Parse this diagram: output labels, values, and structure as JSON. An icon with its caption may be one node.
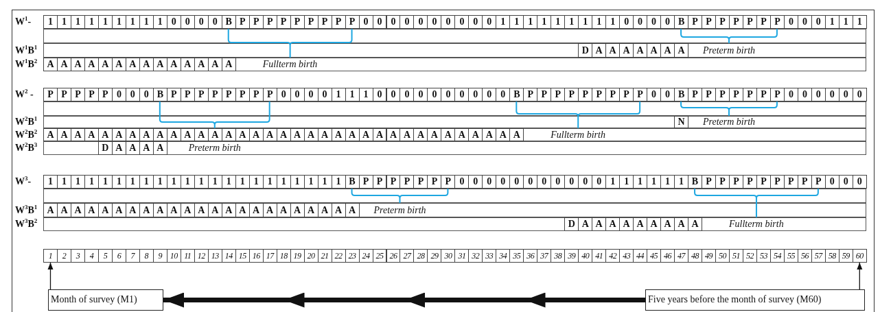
{
  "diagram": {
    "nodes": [
      {
        "text": [
          "1"
        ]
      },
      {
        "text": [
          "2"
        ]
      },
      {
        "text": [
          "3"
        ]
      },
      {
        "text": [
          "4"
        ]
      },
      {
        "text": [
          "5"
        ]
      },
      {
        "text": [
          "6"
        ]
      },
      {
        "text": [
          "7"
        ]
      },
      {
        "text": [
          "8"
        ]
      },
      {
        "text": [
          "9"
        ]
      },
      {
        "text": [
          "10"
        ]
      },
      {
        "text": [
          "11"
        ]
      },
      {
        "text": [
          "12"
        ]
      },
      {
        "text": [
          "13"
        ]
      },
      {
        "text": [
          "14"
        ]
      },
      {
        "text": [
          "15"
        ]
      },
      {
        "text": [
          "16"
        ]
      },
      {
        "text": [
          "17"
        ]
      },
      {
        "text": [
          "18"
        ]
      },
      {
        "text": [
          "19"
        ]
      },
      {
        "text": [
          "20"
        ]
      },
      {
        "text": [
          "21"
        ]
      },
      {
        "text": [
          "22"
        ]
      },
      {
        "text": [
          "23"
        ]
      },
      {
        "text": [
          "24"
        ]
      },
      {
        "text": [
          "25"
        ]
      },
      {
        "text": [
          "26"
        ]
      },
      {
        "text": [
          "27"
        ]
      },
      {
        "text": [
          "28"
        ]
      },
      {
        "text": [
          "29"
        ]
      },
      {
        "text": [
          "30"
        ]
      },
      {
        "text": [
          "31"
        ]
      },
      {
        "text": [
          "32"
        ]
      },
      {
        "text": [
          "33"
        ]
      },
      {
        "text": [
          "34"
        ]
      },
      {
        "text": [
          "35"
        ]
      },
      {
        "text": [
          "36"
        ]
      },
      {
        "text": [
          "37"
        ]
      },
      {
        "text": [
          "38"
        ]
      },
      {
        "text": [
          "39"
        ]
      },
      {
        "text": [
          "40"
        ]
      },
      {
        "text": [
          "41"
        ]
      },
      {
        "text": [
          "42"
        ]
      },
      {
        "text": [
          "43"
        ]
      },
      {
        "text": [
          "44"
        ]
      },
      {
        "text": [
          "45"
        ]
      },
      {
        "text": [
          "46"
        ]
      },
      {
        "text": [
          "47"
        ]
      },
      {
        "text": [
          "48"
        ]
      },
      {
        "text": [
          "49"
        ]
      },
      {
        "text": [
          "50"
        ]
      },
      {
        "text": [
          "51"
        ]
      },
      {
        "text": [
          "52"
        ]
      },
      {
        "text": [
          "53"
        ]
      },
      {
        "text": [
          "54"
        ]
      },
      {
        "text": [
          "55"
        ]
      },
      {
        "text": [
          "56"
        ]
      },
      {
        "text": [
          "57"
        ]
      },
      {
        "text": [
          "58"
        ]
      },
      {
        "text": [
          "59"
        ]
      },
      {
        "text": [
          "60"
        ]
      },
      {
        "text": [
          "Month of survey (M1)"
        ]
      },
      {
        "text": [
          "Five years before the month of survey (M60)"
        ]
      }
    ],
    "edges": [
      {
        "from": 60,
        "to": 0,
        "arrow": "to"
      },
      {
        "from": 61,
        "to": 59,
        "arrow": "to"
      },
      {
        "from": 61,
        "to": 60,
        "arrow": "to",
        "style": "thick"
      }
    ],
    "labels": [
      "W$^{1}$-",
      "1",
      "1",
      "1",
      "1",
      "1",
      "1",
      "1",
      "1",
      "1",
      "0",
      "0",
      "0",
      "0",
      "B",
      "P",
      "P",
      "P",
      "P",
      "P",
      "P",
      "P",
      "P",
      "P",
      "0",
      "0",
      "0",
      "0",
      "0",
      "0",
      "0",
      "0",
      "0",
      "0",
      "1",
      "1",
      "1",
      "1",
      "1",
      "1",
      "1",
      "1",
      "1",
      "0",
      "0",
      "0",
      "0",
      "B",
      "P",
      "P",
      "P",
      "P",
      "P",
      "P",
      "P",
      "0",
      "0",
      "0",
      "1",
      "1",
      "1",
      "W$^{1}$B$^{1}$",
      "D",
      "A",
      "A",
      "A",
      "A",
      "A",
      "A",
      "A",
      "Preterm birth",
      "W$^{1}$B$^{2}$",
      "A",
      "A",
      "A",
      "A",
      "A",
      "A",
      "A",
      "A",
      "A",
      "A",
      "A",
      "A",
      "A",
      "A",
      "Fullterm birth",
      "W$^{2}$ -",
      "P",
      "P",
      "P",
      "P",
      "P",
      "0",
      "0",
      "0",
      "B",
      "P",
      "P",
      "P",
      "P",
      "P",
      "P",
      "P",
      "P",
      "0",
      "0",
      "0",
      "0",
      "1",
      "1",
      "1",
      "0",
      "0",
      "0",
      "0",
      "0",
      "0",
      "0",
      "0",
      "0",
      "0",
      "B",
      "P",
      "P",
      "P",
      "P",
      "P",
      "P",
      "P",
      "P",
      "P",
      "0",
      "0",
      "B",
      "P",
      "P",
      "P",
      "P",
      "P",
      "P",
      "P",
      "0",
      "0",
      "0",
      "0",
      "0",
      "0",
      "W$^{2}$B$^{1}$",
      "N",
      "Preterm birth",
      "W$^{2}$B$^{2}$",
      "A",
      "A",
      "A",
      "A",
      "A",
      "A",
      "A",
      "A",
      "A",
      "A",
      "A",
      "A",
      "A",
      "A",
      "A",
      "A",
      "A",
      "A",
      "A",
      "A",
      "A",
      "A",
      "A",
      "A",
      "A",
      "A",
      "A",
      "A",
      "A",
      "A",
      "A",
      "A",
      "A",
      "A",
      "A",
      "Fullterm birth",
      "W$^{2}$B$^{3}$",
      "D",
      "A",
      "A",
      "A",
      "A",
      "Preterm birth",
      "W$^{3}$-",
      "1",
      "1",
      "1",
      "1",
      "1",
      "1",
      "1",
      "1",
      "1",
      "1",
      "1",
      "1",
      "1",
      "1",
      "1",
      "1",
      "1",
      "1",
      "1",
      "1",
      "1",
      "1",
      "B",
      "P",
      "P",
      "P",
      "P",
      "P",
      "P",
      "P",
      "0",
      "0",
      "0",
      "0",
      "0",
      "0",
      "0",
      "0",
      "0",
      "0",
      "0",
      "1",
      "1",
      "1",
      "1",
      "1",
      "1",
      "B",
      "P",
      "P",
      "P",
      "P",
      "P",
      "P",
      "P",
      "P",
      "P",
      "0",
      "0",
      "0",
      "W$^{3}$B$^{1}$",
      "A",
      "A",
      "A",
      "A",
      "A",
      "A",
      "A",
      "A",
      "A",
      "A",
      "A",
      "A",
      "A",
      "A",
      "A",
      "A",
      "A",
      "A",
      "A",
      "A",
      "A",
      "A",
      "A",
      "Preterm birth",
      "W$^{3}$B$^{2}$",
      "D",
      "A",
      "A",
      "A",
      "A",
      "A",
      "A",
      "A",
      "A",
      "A",
      "Fullterm birth"
    ]
  }
}
